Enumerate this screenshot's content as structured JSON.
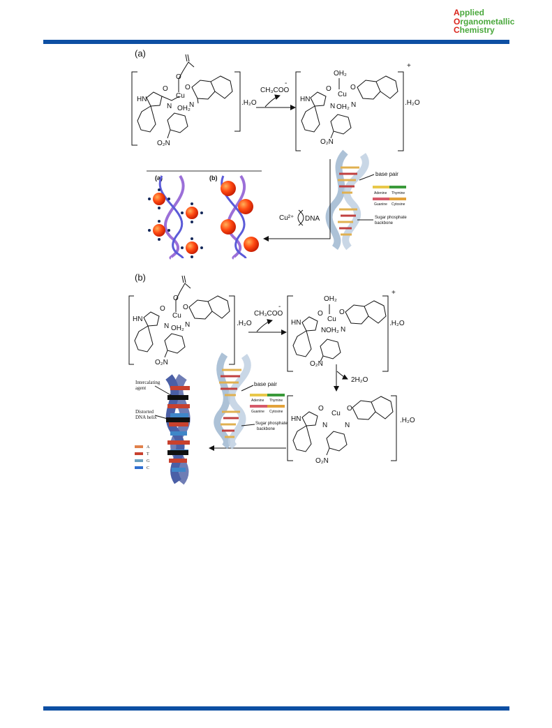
{
  "journal": {
    "logo_line1_initial": "A",
    "logo_line1_rest": "pplied",
    "logo_line2_initial": "O",
    "logo_line2_rest": "rganometallic",
    "logo_line3_initial": "C",
    "logo_line3_rest": "hemistry",
    "brand_color": "#0d4fa3",
    "accent_red": "#d9241b",
    "accent_green": "#4aa83c"
  },
  "panel_a": {
    "label": "(a)",
    "complex1_hydrate": ".H₂O",
    "leaving_group": "CH₃COO",
    "leaving_group_charge": "-",
    "complex2_hydrate": ".H₂O",
    "complex2_charge": "+",
    "atoms": {
      "hn": "HN",
      "o": "O",
      "cu": "Cu",
      "n": "N",
      "oh2": "OH₂",
      "no2": "O₂N"
    },
    "dna_legend": {
      "base_pair": "base pair",
      "adenine": "Adenine",
      "thymine": "Thymine",
      "guanine": "Guanine",
      "cytosine": "Cytosine",
      "sugar": "Sugar phosphate",
      "backbone": "backbone"
    },
    "reagent_cu": "Cu²⁺",
    "reagent_dna": "DNA",
    "inset_label_a": "(a)",
    "inset_label_b": "(b)"
  },
  "panel_b": {
    "label": "(b)",
    "complex1_hydrate": ".H₂O",
    "leaving_group": "CH₃COO",
    "leaving_group_charge": "-",
    "complex2_hydrate": ".H₂O",
    "complex2_charge": "+",
    "loss": "2H₂O",
    "complex3_hydrate": ".H₂O",
    "intercalation": {
      "agent_line1": "Intercalating",
      "agent_line2": "agent",
      "distorted_line1": "Distorted",
      "distorted_line2": "DNA helix",
      "key_a": "A",
      "key_t": "T",
      "key_g": "G",
      "key_c": "C"
    }
  }
}
